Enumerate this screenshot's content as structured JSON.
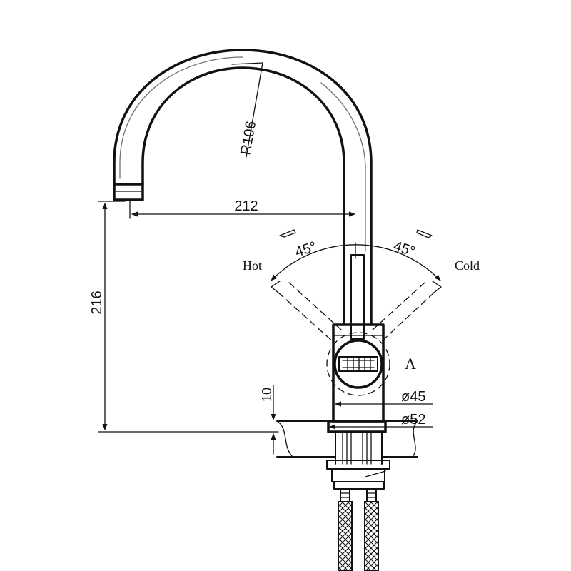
{
  "labels": {
    "radius": "R106",
    "spout_reach": "212",
    "height": "216",
    "angle_left": "45°",
    "angle_right": "45°",
    "hot": "Hot",
    "cold": "Cold",
    "detail": "A",
    "deck_thickness": "10",
    "body_diameter": "ø45",
    "base_diameter": "ø52"
  }
}
